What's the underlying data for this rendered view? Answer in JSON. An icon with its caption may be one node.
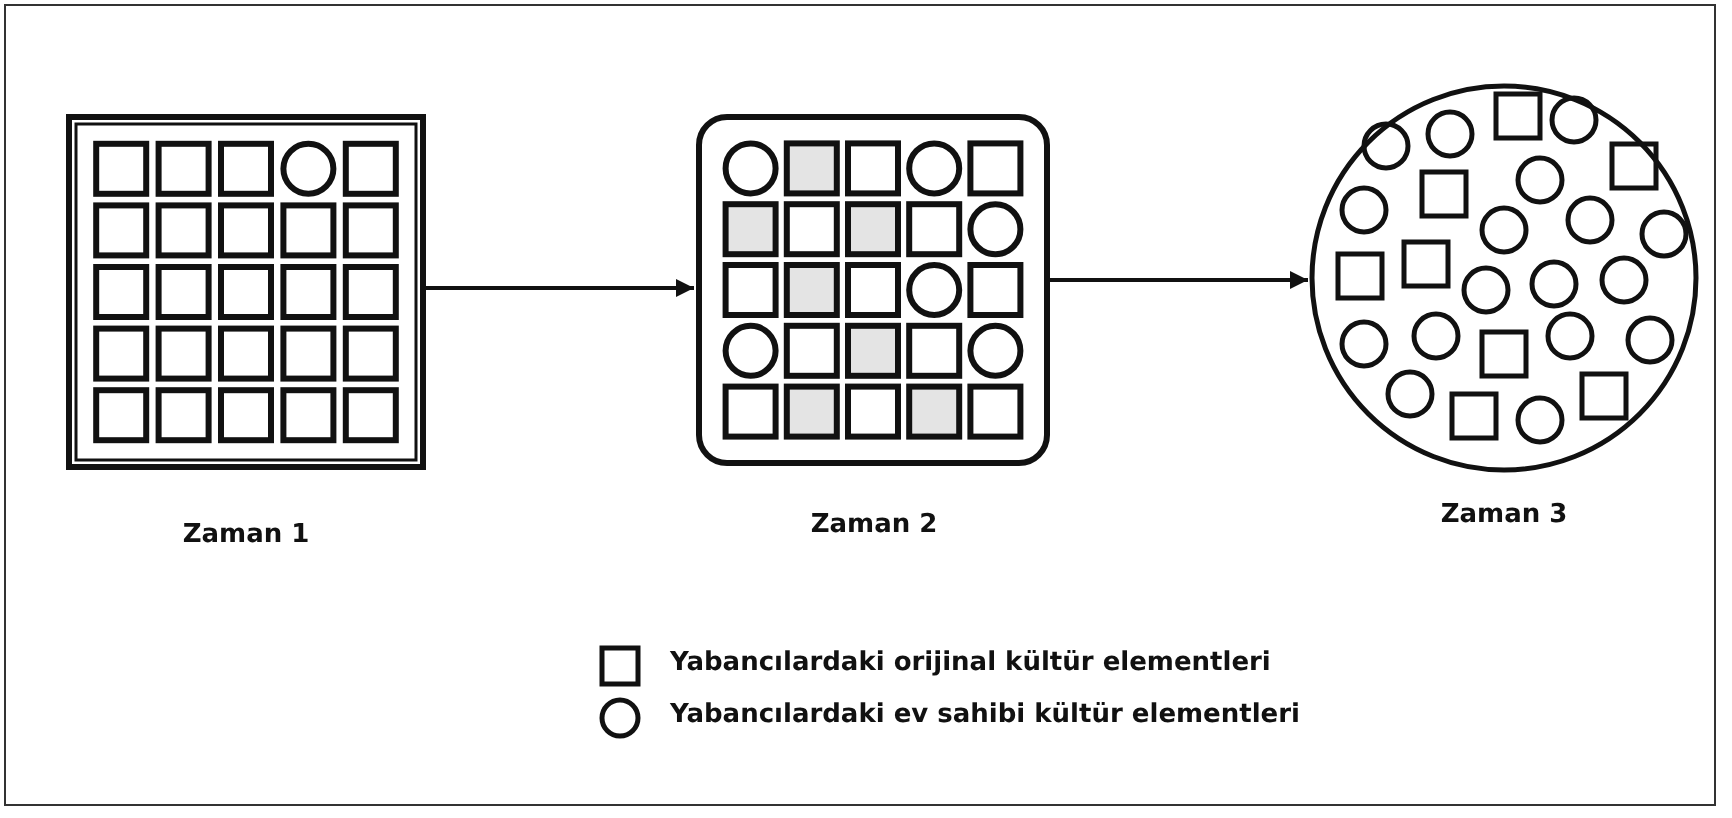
{
  "diagram": {
    "nodes": [
      {
        "text": [
          "Zaman 1"
        ]
      },
      {
        "text": [
          "Zaman 2"
        ]
      },
      {
        "text": [
          "Zaman 3"
        ]
      }
    ],
    "edges": [
      {
        "from": 0,
        "to": 1,
        "arrow": "to"
      },
      {
        "from": 1,
        "to": 2,
        "arrow": "to"
      }
    ],
    "legend": [
      {
        "text": "Yabancılardaki orijinal kültür elementleri"
      },
      {
        "text": "Yabancılardaki ev sahibi kültür elementleri"
      }
    ]
  }
}
